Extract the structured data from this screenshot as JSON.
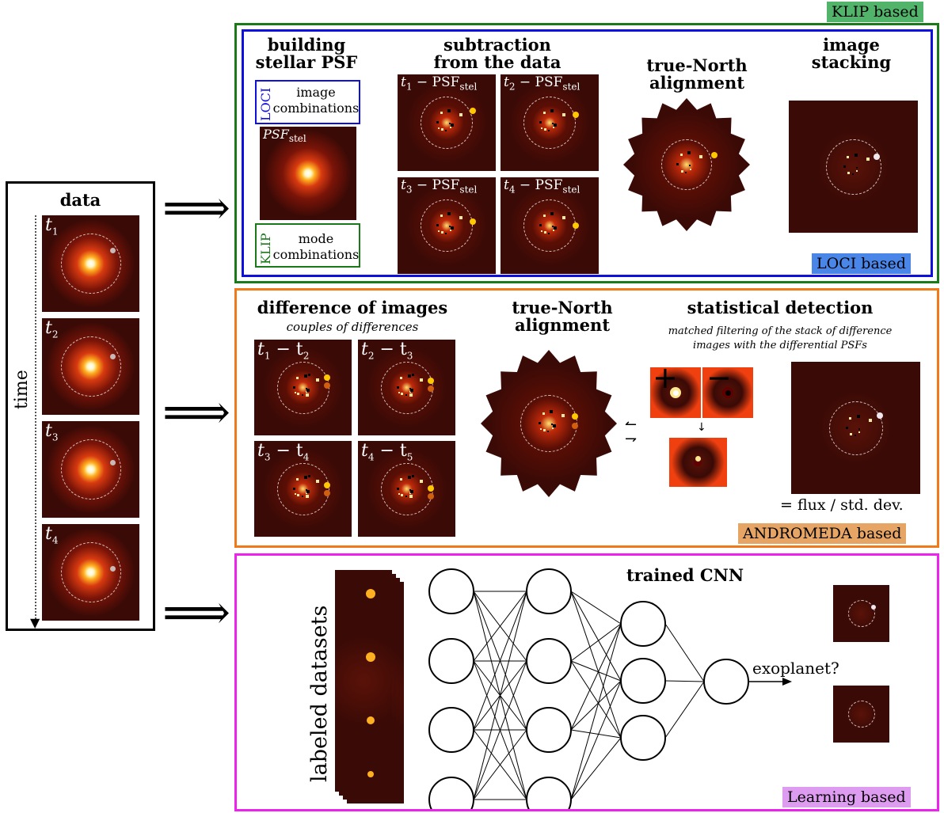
{
  "colors": {
    "klip": "#1a7a1a",
    "loci": "#1010dd",
    "andromeda": "#f07a1a",
    "learning": "#ee22ee",
    "klip_tag": "#52b46b",
    "loci_tag": "#4a86e8",
    "andromeda_tag": "#e6a565",
    "learning_tag": "#dd9cf0"
  },
  "data_panel": {
    "title": "data",
    "time_label": "time",
    "frames": [
      {
        "t": "t",
        "sub": "1"
      },
      {
        "t": "t",
        "sub": "2"
      },
      {
        "t": "t",
        "sub": "3"
      },
      {
        "t": "t",
        "sub": "4"
      }
    ]
  },
  "klip": {
    "tag": "KLIP based",
    "loci_tag": "LOCI based",
    "psf_title_1": "building",
    "psf_title_2": "stellar PSF",
    "loci_label": "LOCI",
    "loci_text_1": "image",
    "loci_text_2": "combinations",
    "klip_label": "KLIP",
    "klip_text_1": "mode",
    "klip_text_2": "combinations",
    "psf_label": "PSF",
    "psf_sub": "stel",
    "sub_title_1": "subtraction",
    "sub_title_2": "from the data",
    "sub_images": [
      {
        "t": "t",
        "n": "1",
        "op": " − PSF",
        "s": "stel"
      },
      {
        "t": "t",
        "n": "2",
        "op": " − PSF",
        "s": "stel"
      },
      {
        "t": "t",
        "n": "3",
        "op": " − PSF",
        "s": "stel"
      },
      {
        "t": "t",
        "n": "4",
        "op": " − PSF",
        "s": "stel"
      }
    ],
    "align_title_1": "true-North",
    "align_title_2": "alignment",
    "stack_title_1": "image",
    "stack_title_2": "stacking"
  },
  "andromeda": {
    "tag": "ANDROMEDA based",
    "diff_title": "difference of images",
    "diff_sub": "couples of differences",
    "diff_images": [
      {
        "a": "1",
        "b": "2"
      },
      {
        "a": "2",
        "b": "3"
      },
      {
        "a": "3",
        "b": "4"
      },
      {
        "a": "4",
        "b": "5"
      }
    ],
    "align_title_1": "true-North",
    "align_title_2": "alignment",
    "stat_title": "statistical  detection",
    "stat_sub_1": "matched filtering of the stack of difference",
    "stat_sub_2": "images with the differential PSFs",
    "plus": "+",
    "minus": "−",
    "snr": "= flux / std. dev."
  },
  "learning": {
    "tag": "Learning based",
    "cnn_title": "trained CNN",
    "datasets": "labeled datasets",
    "output": "exoplanet?"
  }
}
